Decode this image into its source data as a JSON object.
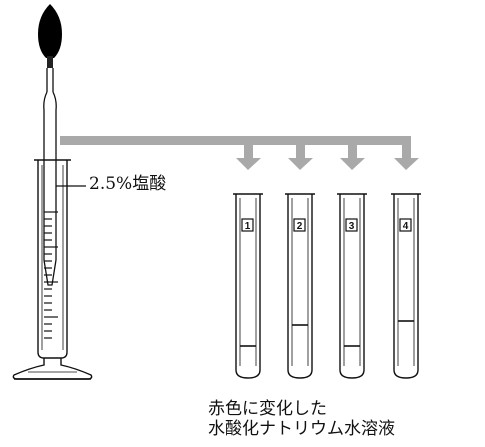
{
  "labels": {
    "acid": "2.5%塩酸",
    "caption_line1": "赤色に変化した",
    "caption_line2": "水酸化ナトリウム水溶液"
  },
  "tubes": [
    {
      "number": "1",
      "liquid_level": "low"
    },
    {
      "number": "2",
      "liquid_level": "medium"
    },
    {
      "number": "3",
      "liquid_level": "low"
    },
    {
      "number": "4",
      "liquid_level": "medium"
    }
  ],
  "colors": {
    "arrow": "#a9a9a9",
    "outline": "#111111",
    "bulb": "#000000",
    "background": "#ffffff"
  }
}
